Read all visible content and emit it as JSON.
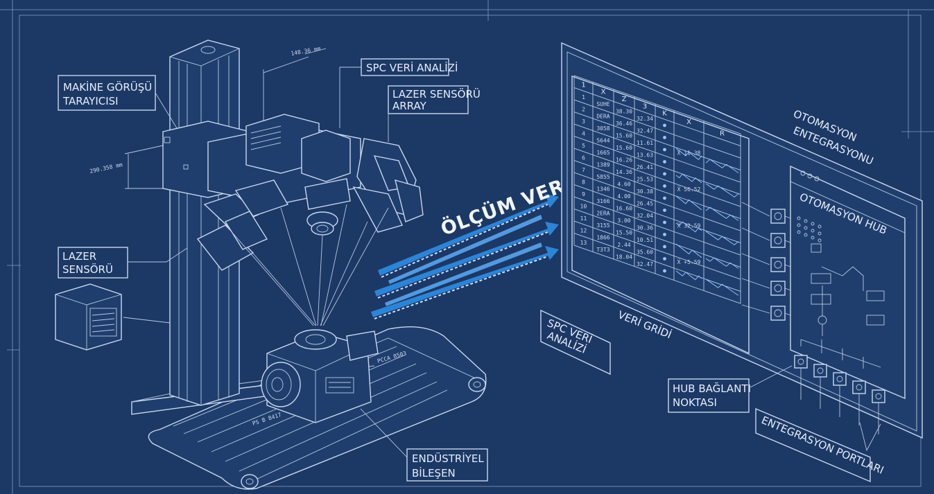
{
  "labels": {
    "machine_vision": [
      "MAKİNE GÖRÜŞÜ",
      "TARAYICISI"
    ],
    "spc_top": "SPC VERİ ANALİZİ",
    "laser_array": [
      "LAZER SENSÖRÜ",
      "ARRAY"
    ],
    "laser_sensor": [
      "LAZER",
      "SENSÖRÜ"
    ],
    "component": [
      "ENDÜSTRİYEL",
      "BİLEŞEN"
    ],
    "flow": "ÖLÇÜM VERİSİ",
    "spc_bottom": [
      "SPC VERİ",
      "ANALİZİ"
    ],
    "grid": "VERİ GRİDİ",
    "automation": [
      "OTOMASYON",
      "ENTEGRASYONU"
    ],
    "hub": "OTOMASYON HUB",
    "hub_node": [
      "HUB BAĞLANTI",
      "NOKTASI"
    ],
    "ports": "ENTEGRASYON PORTLARI"
  },
  "dimensions": {
    "top": "148.36 mm",
    "side": "290.358 mm"
  },
  "stamps": {
    "component_a": "PCCA 8503",
    "conveyor": "PS B 8417"
  },
  "grid_table": {
    "headers": [
      "1",
      "X",
      "Z",
      "3",
      "K",
      "X",
      "R"
    ],
    "row_numbers": [
      "1",
      "2",
      "3",
      "4",
      "5",
      "6",
      "7",
      "8",
      "9",
      "10",
      "11",
      "12",
      "13"
    ],
    "col_x": [
      "SUHE",
      "DERA",
      "3058",
      "5644",
      "1665",
      "1389",
      "5855",
      "1346",
      "3166",
      "2ERA",
      "3155",
      "1866",
      "T3T3"
    ],
    "col_z": [
      "38.30",
      "36.46",
      "15.60",
      "15.60",
      "16.26",
      "14.36",
      "4.60",
      "4.00",
      "16.60",
      "3.00",
      "15.50",
      "2.44",
      "18.04"
    ],
    "col_3": [
      "32.34",
      "32.47",
      "11.61",
      "13.63",
      "26.41",
      "25.53",
      "30.38",
      "26.45",
      "32.04",
      "30.36",
      "10.51",
      "35.60",
      "32.47"
    ],
    "xbar_values": [
      "11.38",
      "56.52",
      "32.59",
      "+5.59"
    ]
  },
  "colors": {
    "background": "#1c3865",
    "line": "#c9d8ee",
    "arrow": "#2c8ee6"
  }
}
